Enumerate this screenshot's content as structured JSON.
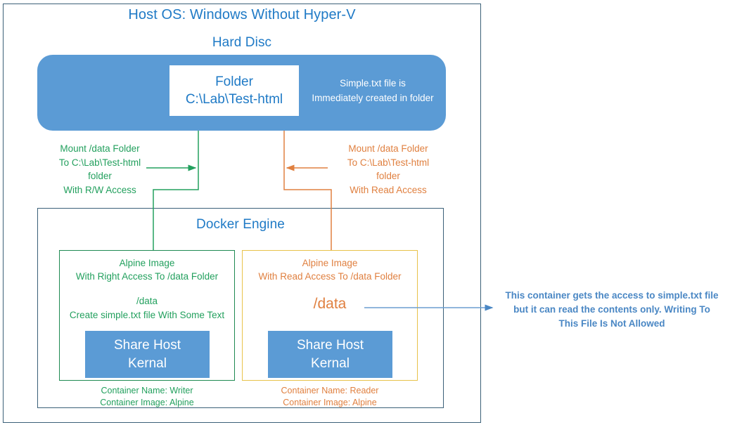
{
  "diagram": {
    "host_title": "Host OS: Windows Without Hyper-V",
    "hard_disc_title": "Hard Disc",
    "docker_title": "Docker Engine"
  },
  "hard_disc": {
    "folder_line1": "Folder",
    "folder_line2": "C:\\Lab\\Test-html",
    "note_line1": "Simple.txt  file is",
    "note_line2": "Immediately  created in folder"
  },
  "mounts": {
    "left": {
      "line1": "Mount  /data Folder",
      "line2": "To C:\\Lab\\Test-html",
      "line3": "folder",
      "line4": "With R/W Access",
      "color": "#23a05e"
    },
    "right": {
      "line1": "Mount  /data Folder",
      "line2": "To C:\\Lab\\Test-html",
      "line3": "folder",
      "line4": "With Read Access",
      "color": "#e08040"
    }
  },
  "containers": {
    "writer": {
      "head_line1": "Alpine Image",
      "head_line2": "With Right Access To /data Folder",
      "mid_line1": "/data",
      "mid_line2": "Create simple.txt file With Some  Text",
      "kernel_line1": "Share Host",
      "kernel_line2": "Kernal",
      "foot_line1": "Container Name: Writer",
      "foot_line2": "Container Image: Alpine",
      "border_color": "#1e8a52",
      "text_color": "#23a05e"
    },
    "reader": {
      "head_line1": "Alpine Image",
      "head_line2": "With Read Access To /data Folder",
      "mid_line1": "/data",
      "kernel_line1": "Share Host",
      "kernel_line2": "Kernal",
      "foot_line1": "Container Name: Reader",
      "foot_line2": "Container Image: Alpine",
      "border_color": "#e8c24a",
      "text_color": "#e08040"
    }
  },
  "right_note": {
    "line1": "This container gets the access to simple.txt file",
    "line2": "but it can read the contents only. Writing To",
    "line3": "This File Is Not Allowed",
    "color": "#4a87c4"
  },
  "colors": {
    "frame": "#3b6078",
    "disc_fill": "#5b9bd5",
    "title_blue": "#1f7ac6",
    "green": "#23a05e",
    "orange": "#e08040",
    "yellow": "#e8c24a",
    "annotation_blue": "#4a87c4"
  }
}
